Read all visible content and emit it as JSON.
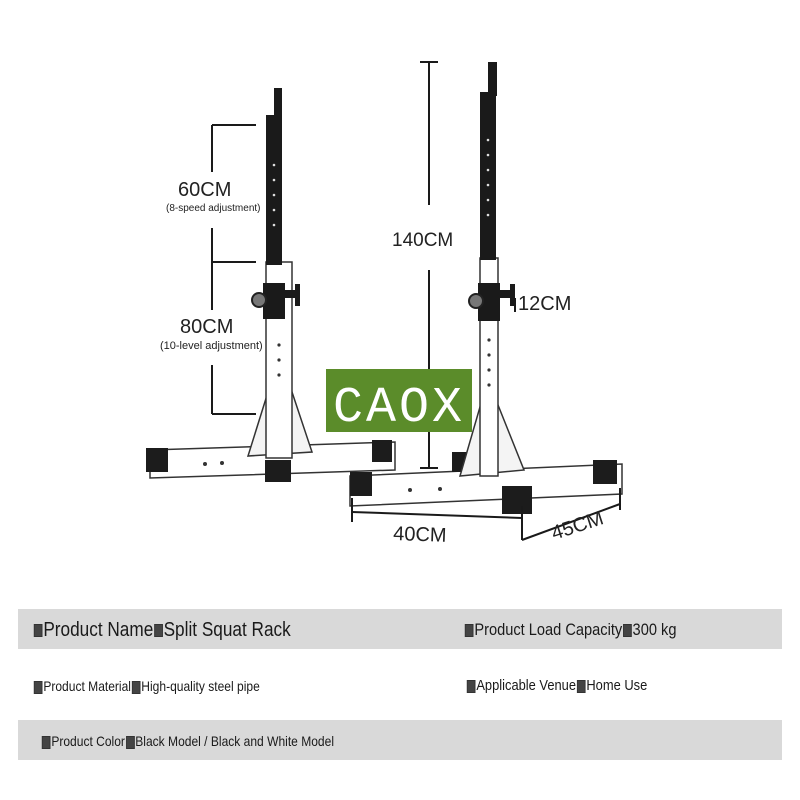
{
  "logo": {
    "text": "CAOX",
    "background": "#5b8c2a",
    "color": "#ffffff"
  },
  "dimensions": {
    "left_upper": {
      "value": "60CM",
      "note": "(8-speed adjustment)"
    },
    "left_lower": {
      "value": "80CM",
      "note": "(10-level adjustment)"
    },
    "total_height": "140CM",
    "hook_length": "12CM",
    "base_length": "40CM",
    "base_width": "45CM"
  },
  "specs": {
    "product_name": {
      "label": "Product Name",
      "value": "Split Squat Rack"
    },
    "load_capacity": {
      "label": "Product Load Capacity",
      "value": "300 kg"
    },
    "material": {
      "label": "Product Material",
      "value": "High-quality steel pipe"
    },
    "venue": {
      "label": "Applicable Venue",
      "value": "Home Use"
    },
    "color": {
      "label": "Product Color",
      "value": "Black Model / Black and White Model"
    }
  }
}
